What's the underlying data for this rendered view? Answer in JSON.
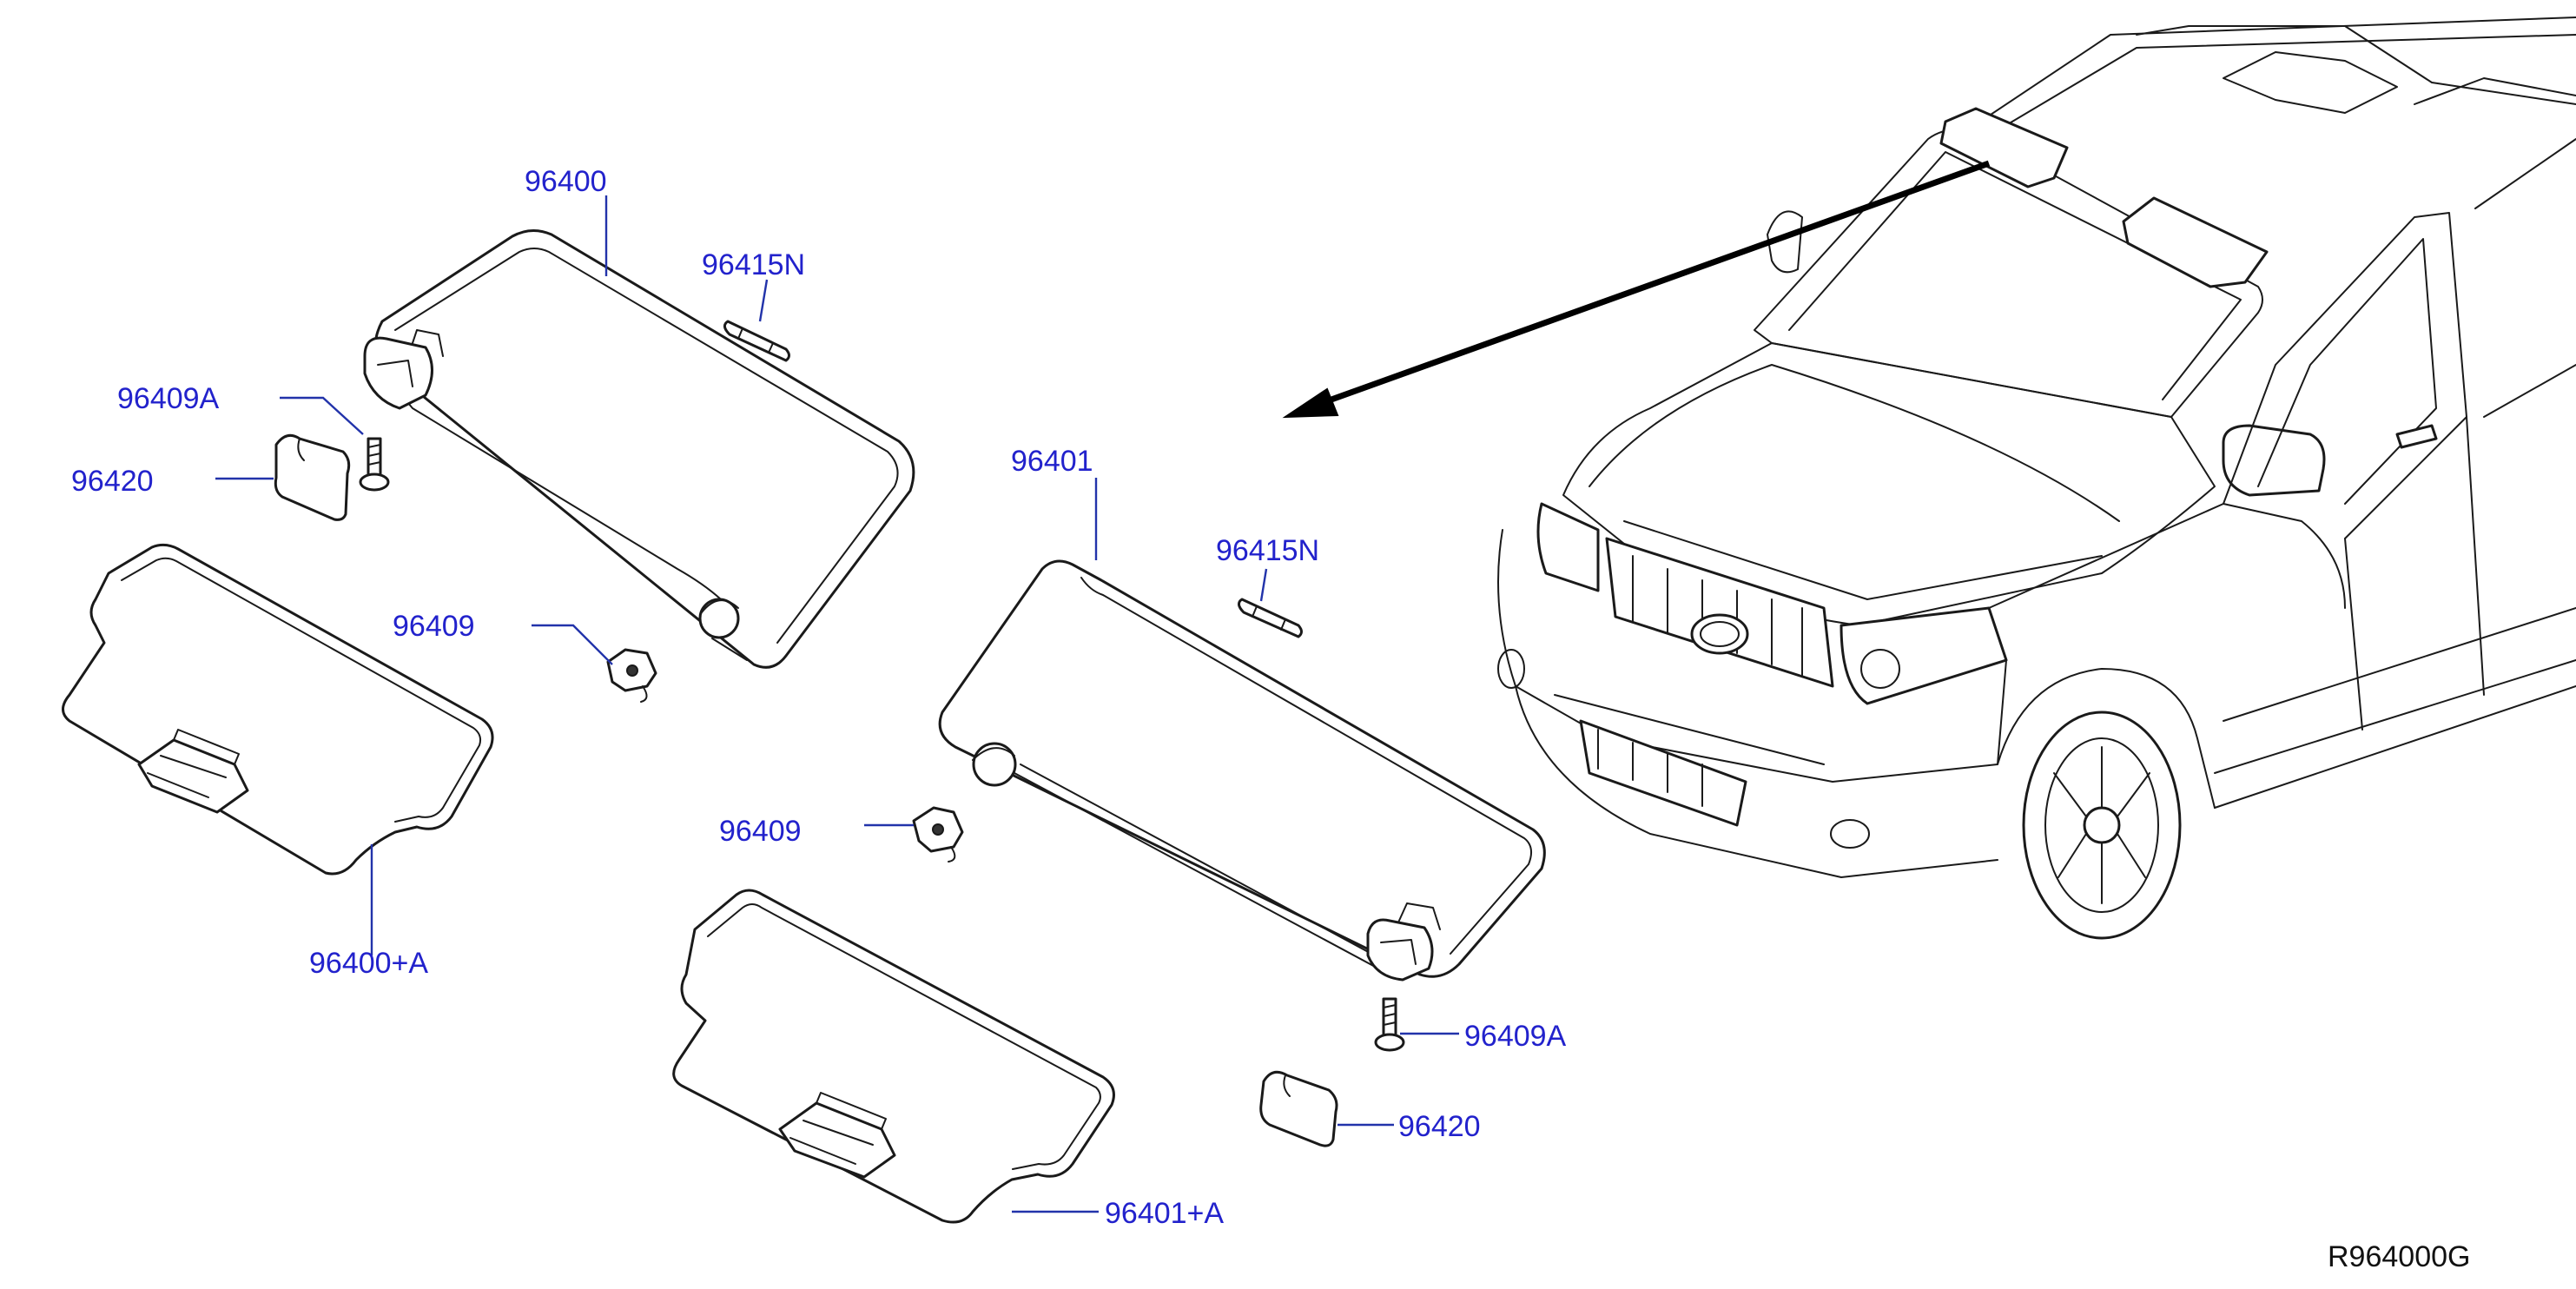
{
  "labels": {
    "visor_rh": "96400",
    "fuse_rh": "96415N",
    "screw_rh": "96409A",
    "cover_rh": "96420",
    "clip_rh": "96409",
    "visor_rh_assy": "96400+A",
    "visor_lh": "96401",
    "fuse_lh": "96415N",
    "clip_lh": "96409",
    "screw_lh": "96409A",
    "cover_lh": "96420",
    "visor_lh_assy": "96401+A"
  },
  "reference_code": "R964000G",
  "colors": {
    "label": "#2222cc",
    "leader": "#2233aa",
    "line": "#1a1a1a",
    "background": "#ffffff"
  }
}
